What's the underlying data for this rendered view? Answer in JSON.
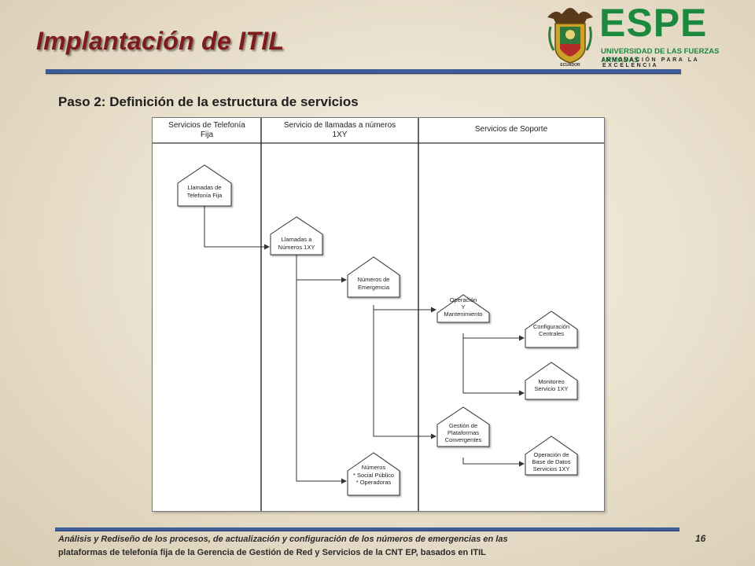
{
  "slide": {
    "title": "Implantación de ITIL",
    "subtitle": "Paso 2: Definición de la estructura de servicios",
    "page_number": "16",
    "footer_line1": "Análisis y Rediseño de los procesos, de actualización y configuración de los números de emergencias en las",
    "footer_line2": "plataformas de telefonía fija de la Gerencia de Gestión de Red y Servicios de la CNT EP, basados en ITIL"
  },
  "logo": {
    "name": "ESPE",
    "university": "UNIVERSIDAD DE LAS FUERZAS ARMADAS",
    "motto": "INNOVACIÓN PARA LA EXCELENCIA",
    "emblem_text": "ECUADOR",
    "emblem_icon": "university-crest-icon",
    "brand_color": "#1b8a3e"
  },
  "diagram": {
    "lanes": [
      {
        "line1": "Servicios de Telefonía",
        "line2": "Fija"
      },
      {
        "line1": "Servicio de llamadas a números",
        "line2": "1XY"
      },
      {
        "line1": "Servicios de Soporte",
        "line2": ""
      }
    ],
    "nodes": {
      "n1": {
        "l1": "Llamadas de",
        "l2": "Telefonía Fija",
        "l3": ""
      },
      "n2": {
        "l1": "Llamadas a",
        "l2": "Números 1XY",
        "l3": ""
      },
      "n3": {
        "l1": "Números de",
        "l2": "Emergencia",
        "l3": ""
      },
      "n4": {
        "l1": "Números",
        "l2": "* Social Público",
        "l3": "* Operadoras"
      },
      "n5": {
        "l1": "Operación",
        "l2": "Y",
        "l3": "Mantenimiento"
      },
      "n6": {
        "l1": "Gestión de",
        "l2": "Plataformas",
        "l3": "Convergentes"
      },
      "n7": {
        "l1": "Configuración",
        "l2": "Centrales",
        "l3": ""
      },
      "n8": {
        "l1": "Monitoreo",
        "l2": "Servicio 1XY",
        "l3": ""
      },
      "n9": {
        "l1": "Operación de",
        "l2": "Base de Datos",
        "l3": "Servicios 1XY"
      }
    }
  }
}
